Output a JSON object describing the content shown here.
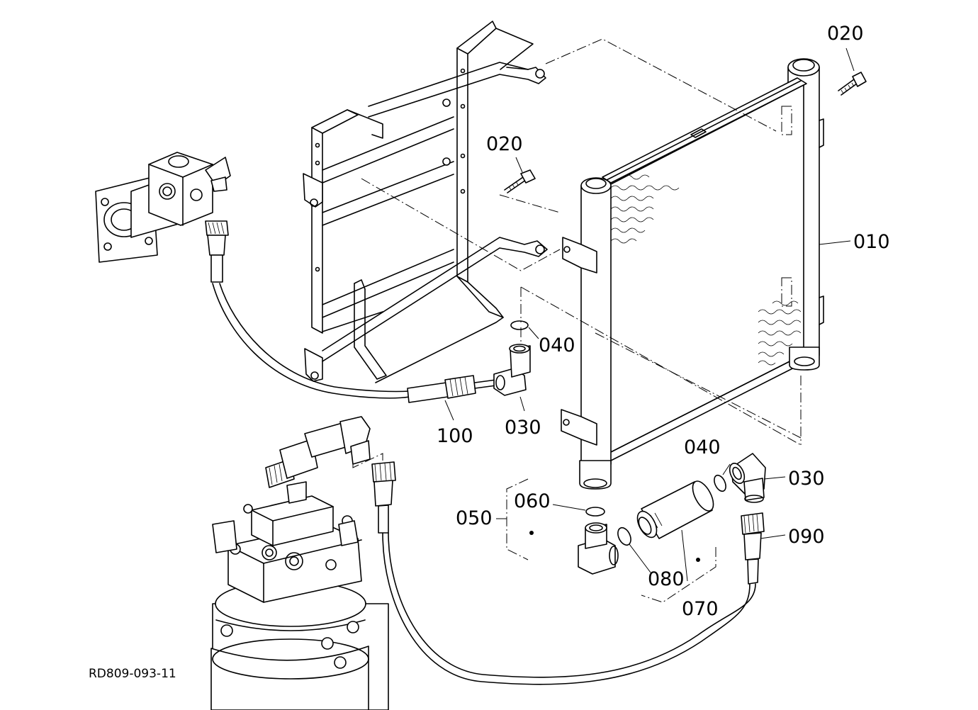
{
  "diagram": {
    "reference_code": "RD809-093-11",
    "callouts": {
      "c010": "010",
      "c020_top": "020",
      "c020_mid": "020",
      "c030_left": "030",
      "c030_right": "030",
      "c040_left": "040",
      "c040_right": "040",
      "c050": "050",
      "c060": "060",
      "c070": "070",
      "c080": "080",
      "c090": "090",
      "c100": "100"
    }
  }
}
